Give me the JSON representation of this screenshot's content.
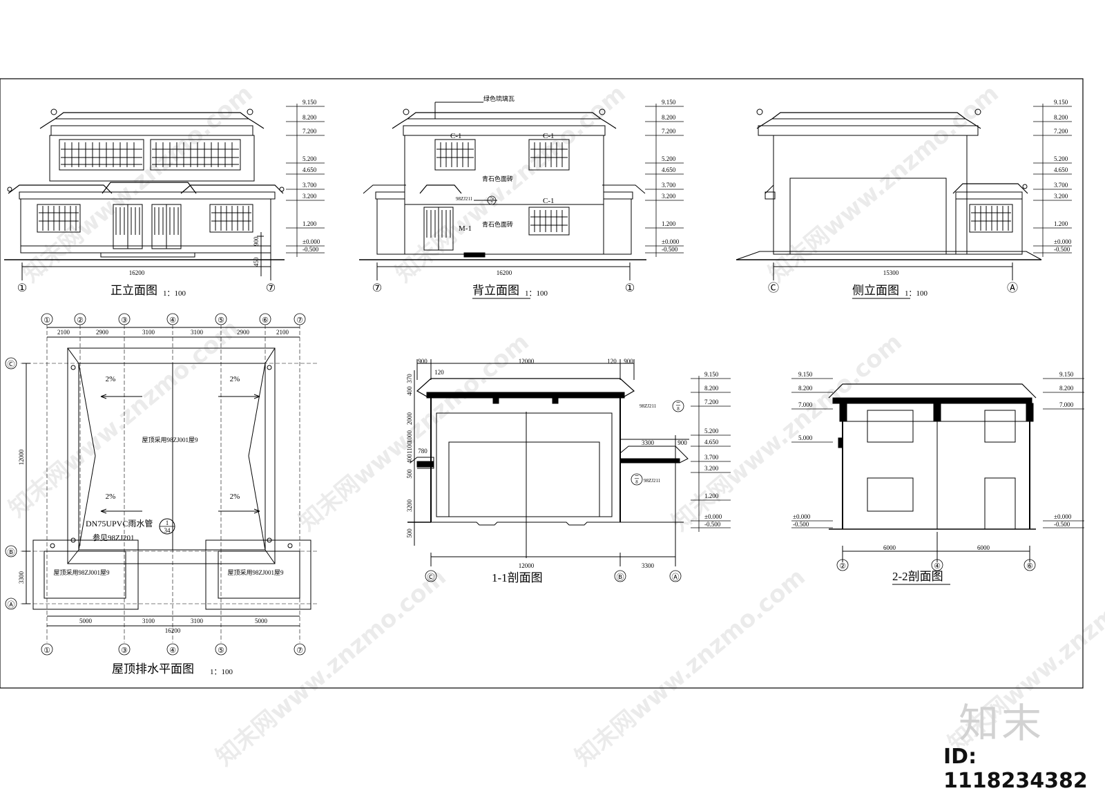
{
  "elevations": {
    "front": {
      "title": "正立面图",
      "scale": "1：100",
      "width": "16200",
      "grid_left": "①",
      "grid_right": "⑦",
      "dim_900": "900",
      "dim_450": "450"
    },
    "back": {
      "title": "背立面图",
      "scale": "1：100",
      "width": "16200",
      "grid_left": "⑦",
      "grid_right": "①",
      "roof_note": "绿色琉璃瓦",
      "brick_note_1": "青石色面砖",
      "brick_note_2": "青石色面砖",
      "window_1": "C-1",
      "window_2": "C-1",
      "window_3": "C-1",
      "door": "M-1",
      "ref": "98ZJ211",
      "ref_num_top": "7a",
      "ref_num_bot": "7"
    },
    "side": {
      "title": "侧立面图",
      "scale": "1：100",
      "width": "15300",
      "grid_left": "Ⓒ",
      "grid_right": "Ⓐ"
    },
    "levels": [
      "9.150",
      "8.200",
      "7.200",
      "5.200",
      "4.650",
      "3.700",
      "3.200",
      "1.200",
      "±0.000",
      "-0.500"
    ]
  },
  "roof_plan": {
    "title": "屋顶排水平面图",
    "scale": "1：100",
    "top_grids": [
      "①",
      "②",
      "③",
      "④",
      "⑤",
      "⑥",
      "⑦"
    ],
    "top_dims": [
      "2100",
      "2900",
      "3100",
      "3100",
      "2900",
      "2100"
    ],
    "bottom_grids": [
      "①",
      "③",
      "④",
      "⑤",
      "⑦"
    ],
    "bottom_dims": [
      "5000",
      "3100",
      "3100",
      "5000"
    ],
    "total": "16200",
    "side_grids": [
      "Ⓒ",
      "Ⓑ",
      "Ⓐ"
    ],
    "side_dims": [
      "12000",
      "3300"
    ],
    "slope": "2%",
    "main_note": "屋顶采用98ZJ001屋9",
    "left_note": "屋顶采用98ZJ001屋9",
    "right_note": "屋顶采用98ZJ001屋9",
    "pipe_note": "DN75UPVC雨水管",
    "pipe_ref": "参见98ZJ201",
    "pipe_num_top": "1",
    "pipe_num_bot": "34"
  },
  "section_11": {
    "title": "1-1剖面图",
    "top_dims": [
      "900",
      "12000",
      "120",
      "900"
    ],
    "dim_120": "120",
    "left_dims": [
      "370",
      "400",
      "2000",
      "1000",
      "1100",
      "400",
      "500",
      "3200",
      "500"
    ],
    "dim_780": "780",
    "annex_dims": [
      "3300",
      "900"
    ],
    "bottom_dims": [
      "12000",
      "3300"
    ],
    "grids": [
      "Ⓒ",
      "Ⓑ",
      "Ⓐ"
    ],
    "ref_1": "98ZJ211",
    "ref_1_top": "二",
    "ref_1_bot": "8",
    "ref_2": "98ZJ211",
    "ref_2_top": "二",
    "ref_2_bot": "8",
    "levels": [
      "9.150",
      "8.200",
      "7.200",
      "5.200",
      "4.650",
      "3.700",
      "3.200",
      "1.200",
      "±0.000",
      "-0.500"
    ]
  },
  "section_22": {
    "title": "2-2剖面图",
    "left_levels": [
      "9.150",
      "8.200",
      "7.000",
      "5.000",
      "±0.000",
      "-0.500"
    ],
    "right_levels": [
      "9.150",
      "8.200",
      "7.000",
      "±0.000",
      "-0.500"
    ],
    "bottom_dims": [
      "6000",
      "6000"
    ],
    "grids": [
      "②",
      "④",
      "⑥"
    ]
  },
  "watermarks": [
    "知末网www.znzmo.com"
  ],
  "brand": "知末",
  "id_label": "ID: 1118234382"
}
